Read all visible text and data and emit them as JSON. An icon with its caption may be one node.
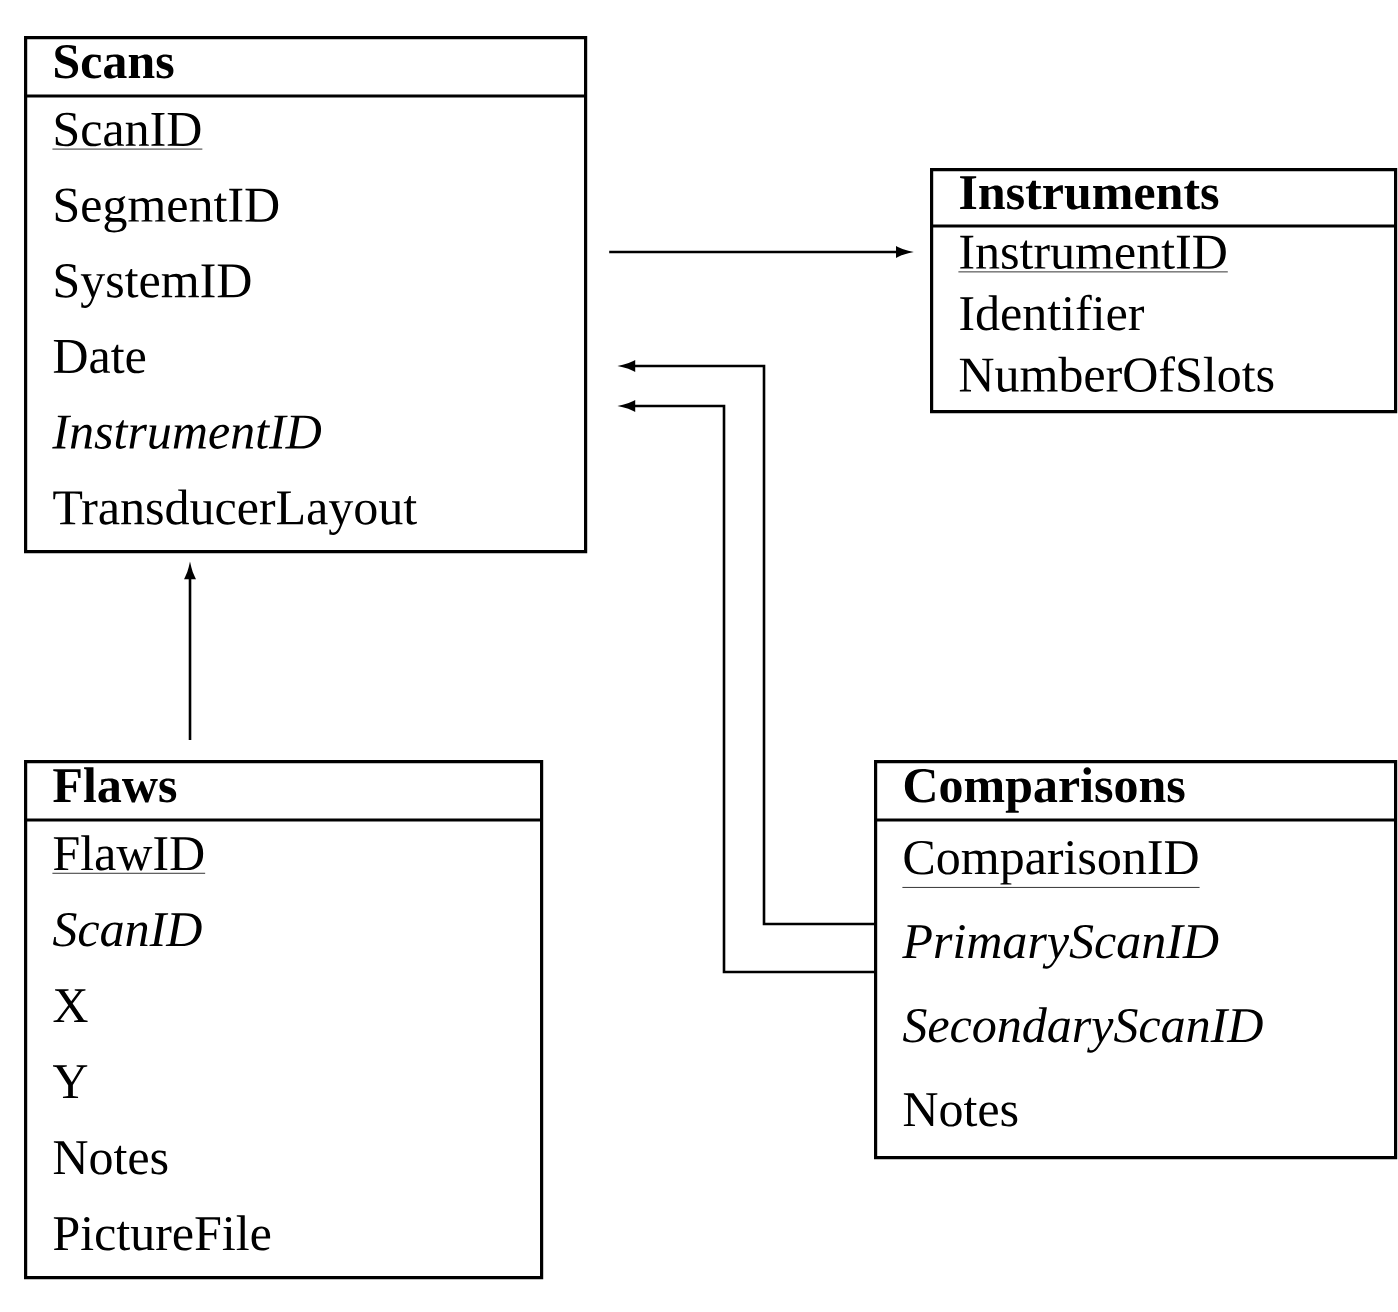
{
  "diagram": {
    "nodes": [
      {
        "text": [
          "Scans",
          "ScanID",
          "SegmentID",
          "SystemID",
          "Date",
          "*InstrumentID*",
          "TransducerLayout"
        ]
      },
      {
        "text": [
          "Instruments",
          "InstrumentID",
          "Identifier",
          "NumberOfSlots"
        ]
      },
      {
        "text": [
          "Flaws",
          "FlawID",
          "*ScanID*",
          "X",
          "Y",
          "Notes",
          "PictureFile"
        ]
      },
      {
        "text": [
          "Comparisons",
          "ComparisonID",
          "*PrimaryScanID*",
          "*SecondaryScanID*",
          "Notes"
        ]
      }
    ],
    "edges": [
      {
        "from": 0,
        "to": 1,
        "arrow": "to"
      },
      {
        "from": 2,
        "to": 0,
        "arrow": "to"
      },
      {
        "from": 3,
        "to": 0,
        "arrow": "to"
      },
      {
        "from": 3,
        "to": 0,
        "arrow": "to"
      }
    ]
  }
}
